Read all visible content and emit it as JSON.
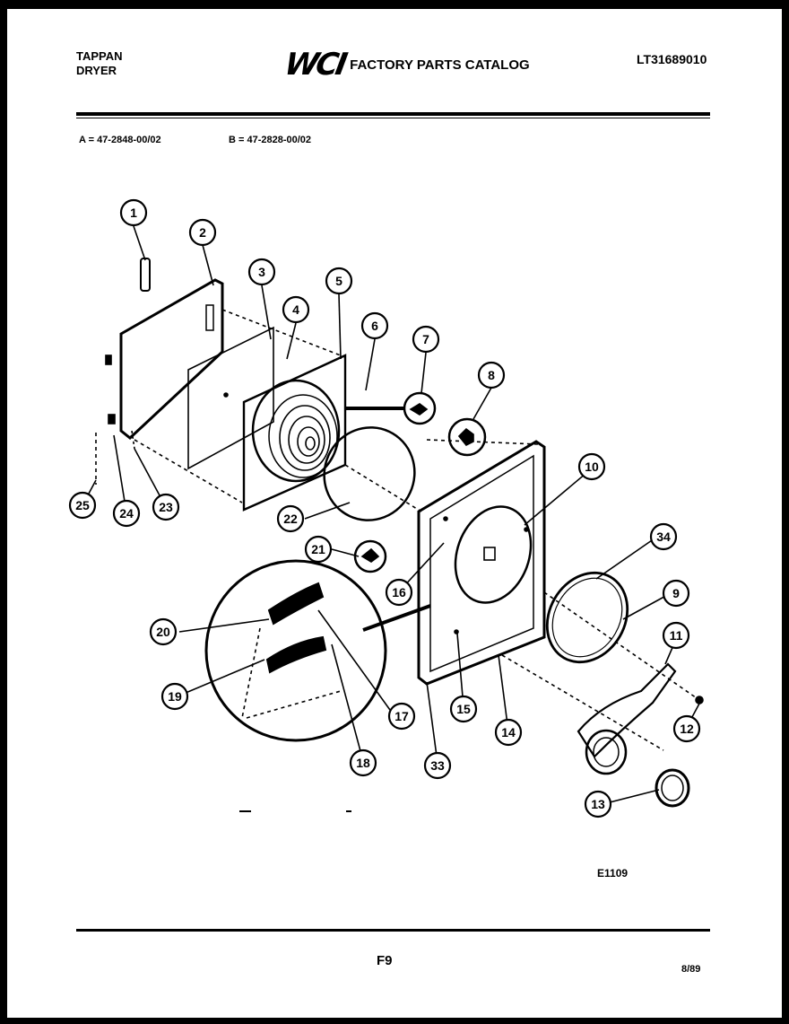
{
  "header": {
    "brand_line1": "TAPPAN",
    "brand_line2": "DRYER",
    "logo": "WCI",
    "catalog_title": "FACTORY PARTS CATALOG",
    "model_number": "LT31689010"
  },
  "variants": {
    "a": "A = 47-2848-00/02",
    "b": "B = 47-2828-00/02"
  },
  "figure_code": "E1109",
  "footer": {
    "page": "F9",
    "date": "8/89"
  },
  "callouts": [
    "1",
    "2",
    "3",
    "4",
    "5",
    "6",
    "7",
    "8",
    "10",
    "25",
    "24",
    "23",
    "22",
    "21",
    "16",
    "34",
    "9",
    "11",
    "20",
    "19",
    "17",
    "18",
    "33",
    "15",
    "14",
    "12",
    "13"
  ]
}
